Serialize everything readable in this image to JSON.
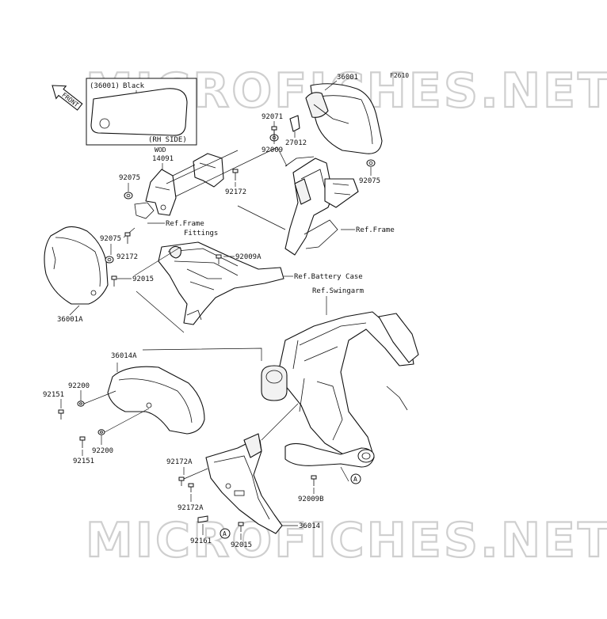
{
  "watermark": "MICROFICHES.NET",
  "figure_code": "F2610",
  "front_marker": "FRONT",
  "inset": {
    "part_ref": "(36001)",
    "color": "Black",
    "side": "(RH SIDE)"
  },
  "labels": {
    "p36001": "36001",
    "p92071": "92071",
    "p92009": "92009",
    "p27012": "27012",
    "p92075_right": "92075",
    "wod": "WOD",
    "p14091": "14091",
    "p92075_left": "92075",
    "p92172_top": "92172",
    "ref_frame_fittings_1": "Ref.Frame",
    "ref_frame_fittings_2": "Fittings",
    "ref_frame": "Ref.Frame",
    "p92075_mid": "92075",
    "p92172_mid": "92172",
    "p92009A": "92009A",
    "ref_battery_case": "Ref.Battery Case",
    "p92015_top": "92015",
    "ref_swingarm": "Ref.Swingarm",
    "p36001A": "36001A",
    "p36014A": "36014A",
    "p92200_top": "92200",
    "p92151_top": "92151",
    "p92200_bottom": "92200",
    "p92151_bottom": "92151",
    "p92172A_top": "92172A",
    "p92172A_bottom": "92172A",
    "p92009B": "92009B",
    "p36014": "36014",
    "p92161": "92161",
    "p92015_bottom": "92015",
    "marker_a_right": "A",
    "marker_a_bottom": "A"
  }
}
